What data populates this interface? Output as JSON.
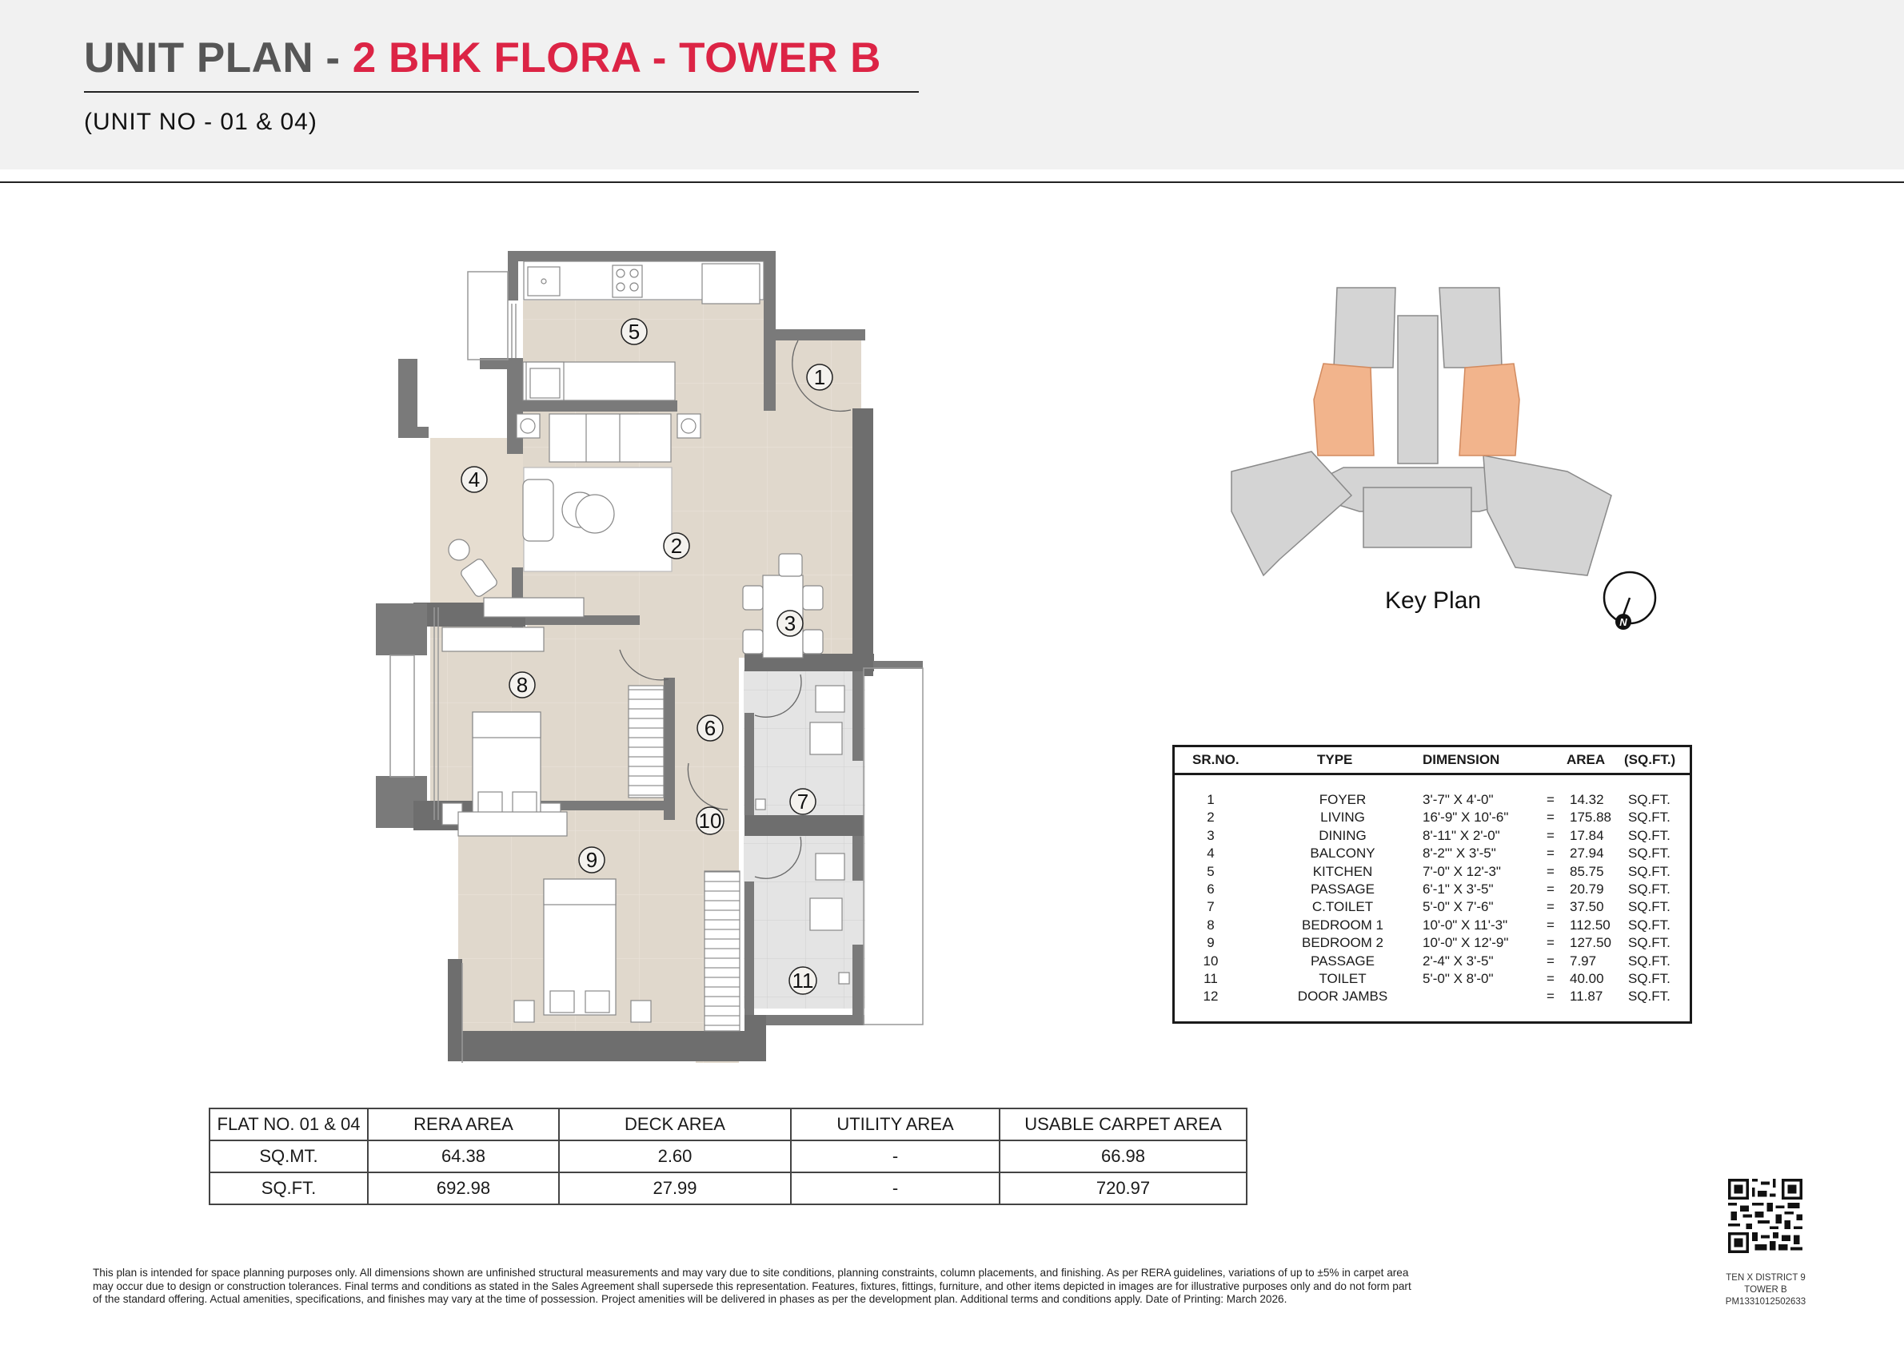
{
  "header": {
    "title_prefix": "UNIT PLAN - ",
    "title_highlight": "2 BHK FLORA - TOWER B",
    "subtitle": "(UNIT NO - 01 & 04)"
  },
  "colors": {
    "title_gray": "#565656",
    "accent_red": "#dc2445",
    "header_band": "#f1f1f1",
    "floor_beige": "#e0d8cc",
    "toilet_tile": "#e4e4e4",
    "wall_dark": "#6e6e6e",
    "wall_light": "#8a8a8a",
    "keyplan_highlight": "#f2b48c"
  },
  "floor_plan": {
    "room_tags": [
      {
        "no": "1",
        "room": "FOYER"
      },
      {
        "no": "2",
        "room": "LIVING"
      },
      {
        "no": "3",
        "room": "DINING"
      },
      {
        "no": "4",
        "room": "BALCONY"
      },
      {
        "no": "5",
        "room": "KITCHEN"
      },
      {
        "no": "6",
        "room": "PASSAGE"
      },
      {
        "no": "7",
        "room": "C.TOILET"
      },
      {
        "no": "8",
        "room": "BEDROOM 1"
      },
      {
        "no": "9",
        "room": "BEDROOM 2"
      },
      {
        "no": "10",
        "room": "PASSAGE"
      },
      {
        "no": "11",
        "room": "TOILET"
      }
    ]
  },
  "key_plan": {
    "label": "Key Plan",
    "north_label": "N"
  },
  "room_schedule": {
    "headers": {
      "sr": "SR.NO.",
      "type": "TYPE",
      "dimension": "DIMENSION",
      "area": "AREA",
      "unit": "(SQ.FT.)"
    },
    "rows": [
      {
        "sr": "1",
        "type": "FOYER",
        "dimension": "3'-7\" X 4'-0\"",
        "eq": "=",
        "area": "14.32",
        "unit": "SQ.FT."
      },
      {
        "sr": "2",
        "type": "LIVING",
        "dimension": "16'-9\" X 10'-6\"",
        "eq": "=",
        "area": "175.88",
        "unit": "SQ.FT."
      },
      {
        "sr": "3",
        "type": "DINING",
        "dimension": "8'-11\" X 2'-0\"",
        "eq": "=",
        "area": "17.84",
        "unit": "SQ.FT."
      },
      {
        "sr": "4",
        "type": "BALCONY",
        "dimension": "8'-2\"' X 3'-5\"",
        "eq": "=",
        "area": "27.94",
        "unit": "SQ.FT."
      },
      {
        "sr": "5",
        "type": "KITCHEN",
        "dimension": "7'-0\" X 12'-3\"",
        "eq": "=",
        "area": "85.75",
        "unit": "SQ.FT."
      },
      {
        "sr": "6",
        "type": "PASSAGE",
        "dimension": "6'-1\" X 3'-5\"",
        "eq": "=",
        "area": "20.79",
        "unit": "SQ.FT."
      },
      {
        "sr": "7",
        "type": "C.TOILET",
        "dimension": "5'-0\" X 7'-6\"",
        "eq": "=",
        "area": "37.50",
        "unit": "SQ.FT."
      },
      {
        "sr": "8",
        "type": "BEDROOM 1",
        "dimension": "10'-0\" X 11'-3\"",
        "eq": "=",
        "area": "112.50",
        "unit": "SQ.FT."
      },
      {
        "sr": "9",
        "type": "BEDROOM 2",
        "dimension": "10'-0\" X 12'-9\"",
        "eq": "=",
        "area": "127.50",
        "unit": "SQ.FT."
      },
      {
        "sr": "10",
        "type": "PASSAGE",
        "dimension": "2'-4\" X 3'-5\"",
        "eq": "=",
        "area": "7.97",
        "unit": "SQ.FT."
      },
      {
        "sr": "11",
        "type": "TOILET",
        "dimension": "5'-0\" X 8'-0\"",
        "eq": "=",
        "area": "40.00",
        "unit": "SQ.FT."
      },
      {
        "sr": "12",
        "type": "DOOR JAMBS",
        "dimension": "",
        "eq": "=",
        "area": "11.87",
        "unit": "SQ.FT."
      }
    ]
  },
  "area_summary": {
    "headers": [
      "FLAT NO. 01 & 04",
      "RERA AREA",
      "DECK AREA",
      "UTILITY AREA",
      "USABLE CARPET AREA"
    ],
    "rows": [
      [
        "SQ.MT.",
        "64.38",
        "2.60",
        "-",
        "66.98"
      ],
      [
        "SQ.FT.",
        "692.98",
        "27.99",
        "-",
        "720.97"
      ]
    ]
  },
  "disclaimer": {
    "line1": "This plan is intended for space planning purposes only. All dimensions shown are unfinished structural measurements and may vary due to site conditions, planning constraints, column placements, and finishing. As per RERA guidelines, variations of up to ±5% in carpet area",
    "line2": "may occur due to design or construction tolerances. Final terms and conditions as stated in the Sales Agreement shall supersede this representation. Features, fixtures, fittings, furniture, and other items depicted in images are for illustrative purposes only and do not form part",
    "line3": "of the standard offering. Actual amenities, specifications, and finishes may vary at the time of possession. Project amenities will be delivered in phases as per the development plan. Additional terms and conditions apply. Date of Printing: March 2026."
  },
  "project_info": {
    "name": "TEN X DISTRICT 9",
    "tower": "TOWER B",
    "registration": "PM1331012502633"
  }
}
